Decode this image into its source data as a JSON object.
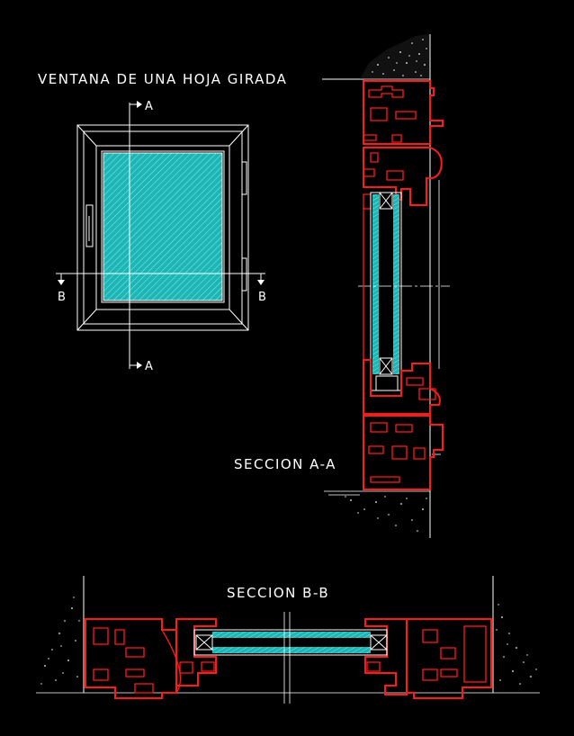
{
  "title": "VENTANA DE UNA HOJA GIRADA",
  "elevation": {
    "section_a_top": "A",
    "section_a_bottom": "A",
    "section_b_left": "B",
    "section_b_right": "B"
  },
  "section_aa_label": "SECCION A-A",
  "section_bb_label": "SECCION B-B",
  "colors": {
    "background": "#000000",
    "profile": "#ff1a1a",
    "glass": "#29c7c7",
    "lines": "#ffffff"
  }
}
